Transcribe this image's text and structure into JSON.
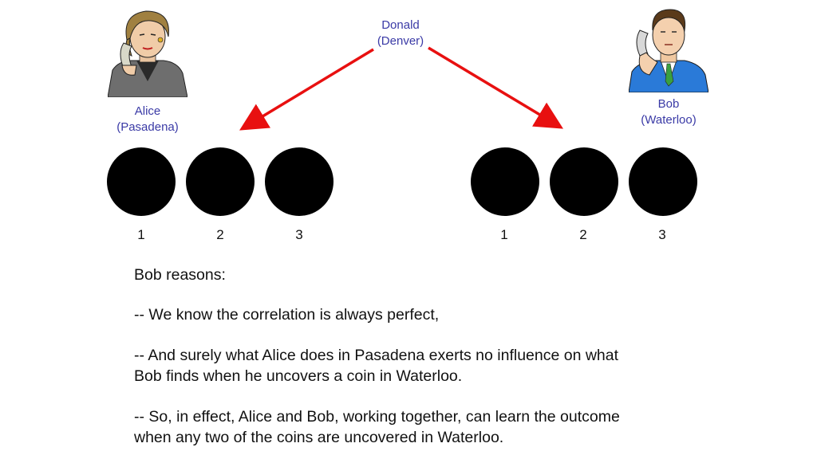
{
  "people": {
    "donald": {
      "name": "Donald",
      "place": "(Denver)"
    },
    "alice": {
      "name": "Alice",
      "place": "(Pasadena)"
    },
    "bob": {
      "name": "Bob",
      "place": "(Waterloo)"
    }
  },
  "colors": {
    "arrow": "#e81010",
    "label": "#3a3aa6",
    "coin": "#000000"
  },
  "coins": {
    "alice_numbers": [
      "1",
      "2",
      "3"
    ],
    "bob_numbers": [
      "1",
      "2",
      "3"
    ]
  },
  "reasoning": {
    "heading": "Bob reasons:",
    "line1": "-- We know the correlation is always perfect,",
    "line2a": "-- And surely what Alice does in Pasadena exerts no influence on what",
    "line2b": "Bob finds when he uncovers a coin in Waterloo.",
    "line3a": "-- So, in effect, Alice and Bob, working together, can learn the outcome",
    "line3b": "when any two of the coins are uncovered in Waterloo."
  }
}
